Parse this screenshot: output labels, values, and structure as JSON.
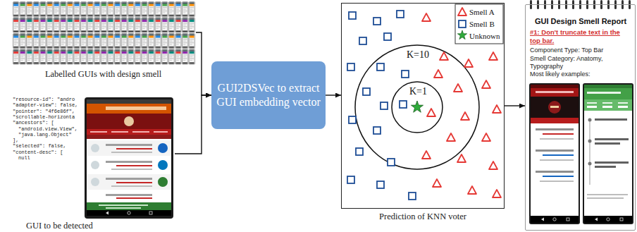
{
  "diagram": {
    "nodes": [
      {
        "text": [
          "Labelled GUIs with design smell"
        ]
      },
      {
        "text": [
          "GUI to be detected"
        ]
      },
      {
        "text": [
          "GUI2DSVec to extract GUI embedding vector"
        ]
      },
      {
        "text": [
          "Prediction of KNN voter"
        ]
      },
      {
        "text": [
          "GUI Design Smell Report",
          "#1: Don't truncate text in the top bar.",
          "Component Type: Top Bar",
          "Smell Category: Anatomy, Typography",
          "Most likely examples:"
        ]
      }
    ],
    "edges": [
      {
        "from": 0,
        "to": 2,
        "arrow": "to"
      },
      {
        "from": 1,
        "to": 2,
        "arrow": "to"
      },
      {
        "from": 2,
        "to": 3,
        "arrow": "to"
      },
      {
        "from": 3,
        "to": 4,
        "arrow": "to"
      }
    ],
    "labels": [
      "\"resource-id\": \"andro",
      "\"adapter-view\": false,",
      "\"pointer\": \"4f6e86f\",",
      "\"scrollable-horizonta",
      "\"ancestors\": [",
      "\"android.view.View\",",
      "\"java.lang.Object\"",
      "],",
      "\"selected\": false,",
      "\"content-desc\": [",
      "null",
      "K=10",
      "K=1"
    ],
    "legend": [
      {
        "text": "Smell A"
      },
      {
        "text": "Smell B"
      },
      {
        "text": "Unknown"
      }
    ]
  }
}
